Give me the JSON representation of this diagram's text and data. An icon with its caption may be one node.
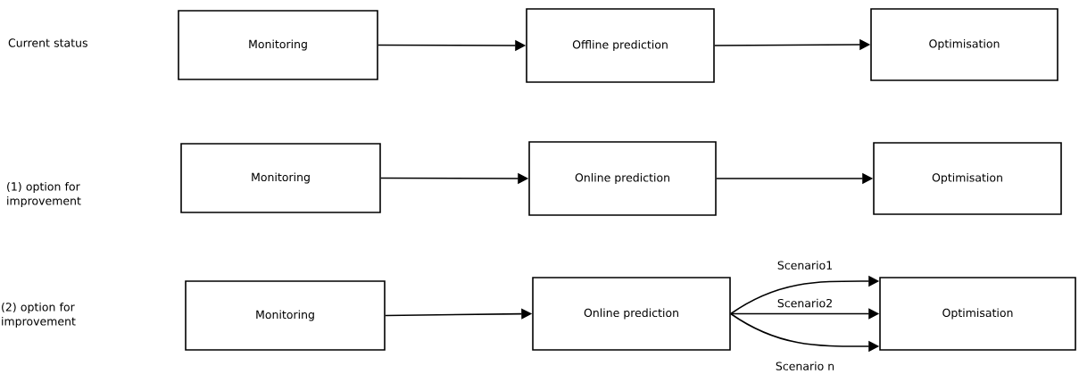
{
  "diagram": {
    "nodes": [
      {
        "text": [
          "Monitoring"
        ]
      },
      {
        "text": [
          "Offline prediction"
        ]
      },
      {
        "text": [
          "Optimisation"
        ]
      },
      {
        "text": [
          "Monitoring"
        ]
      },
      {
        "text": [
          "Online prediction"
        ]
      },
      {
        "text": [
          "Optimisation"
        ]
      },
      {
        "text": [
          "Monitoring"
        ]
      },
      {
        "text": [
          "Online prediction"
        ]
      },
      {
        "text": [
          "Optimisation"
        ]
      }
    ],
    "edges": [
      {
        "from": 0,
        "to": 1,
        "arrow": "to"
      },
      {
        "from": 1,
        "to": 2,
        "arrow": "to"
      },
      {
        "from": 3,
        "to": 4,
        "arrow": "to"
      },
      {
        "from": 4,
        "to": 5,
        "arrow": "to"
      },
      {
        "from": 6,
        "to": 7,
        "arrow": "to"
      },
      {
        "from": 7,
        "to": 8,
        "arrow": "to",
        "label": "Scenario1"
      },
      {
        "from": 7,
        "to": 8,
        "arrow": "to",
        "label": "Scenario2"
      },
      {
        "from": 7,
        "to": 8,
        "arrow": "to",
        "label": "Scenario n"
      }
    ],
    "labels": [
      "Current status",
      "(1) option for improvement",
      "(2) option for improvement"
    ]
  }
}
